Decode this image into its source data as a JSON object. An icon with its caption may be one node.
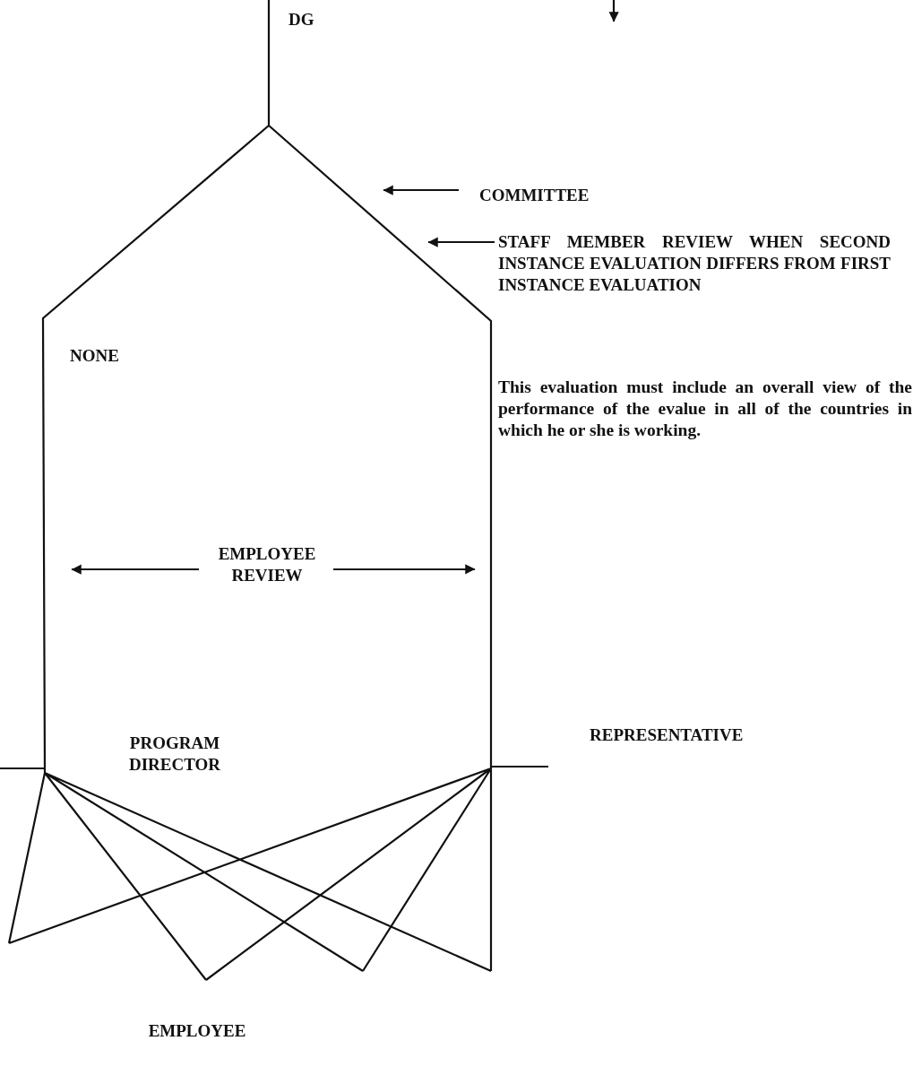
{
  "diagram": {
    "nodes": [
      {
        "text": [
          "DG"
        ]
      },
      {
        "text": [
          "COMMITTEE"
        ]
      },
      {
        "text": [
          "STAFF MEMBER REVIEW WHEN SECOND INSTANCE EVALUATION DIFFERS FROM FIRST INSTANCE EVALUATION"
        ]
      },
      {
        "text": [
          "NONE"
        ]
      },
      {
        "text": [
          "EMPLOYEE REVIEW"
        ]
      },
      {
        "text": [
          "PROGRAM DIRECTOR"
        ]
      },
      {
        "text": [
          "REPRESENTATIVE"
        ]
      },
      {
        "text": [
          "EMPLOYEE"
        ]
      }
    ],
    "edges": [
      {
        "from": 1,
        "to": null,
        "arrow": "to"
      },
      {
        "from": 2,
        "to": null,
        "arrow": "to"
      },
      {
        "from": 4,
        "to": null,
        "arrow": "to"
      },
      {
        "from": 4,
        "to": null,
        "arrow": "to"
      }
    ],
    "labels": [
      "This evaluation must include an overall view of the performance of the evalue in all of the countries in which he or she is working."
    ]
  }
}
